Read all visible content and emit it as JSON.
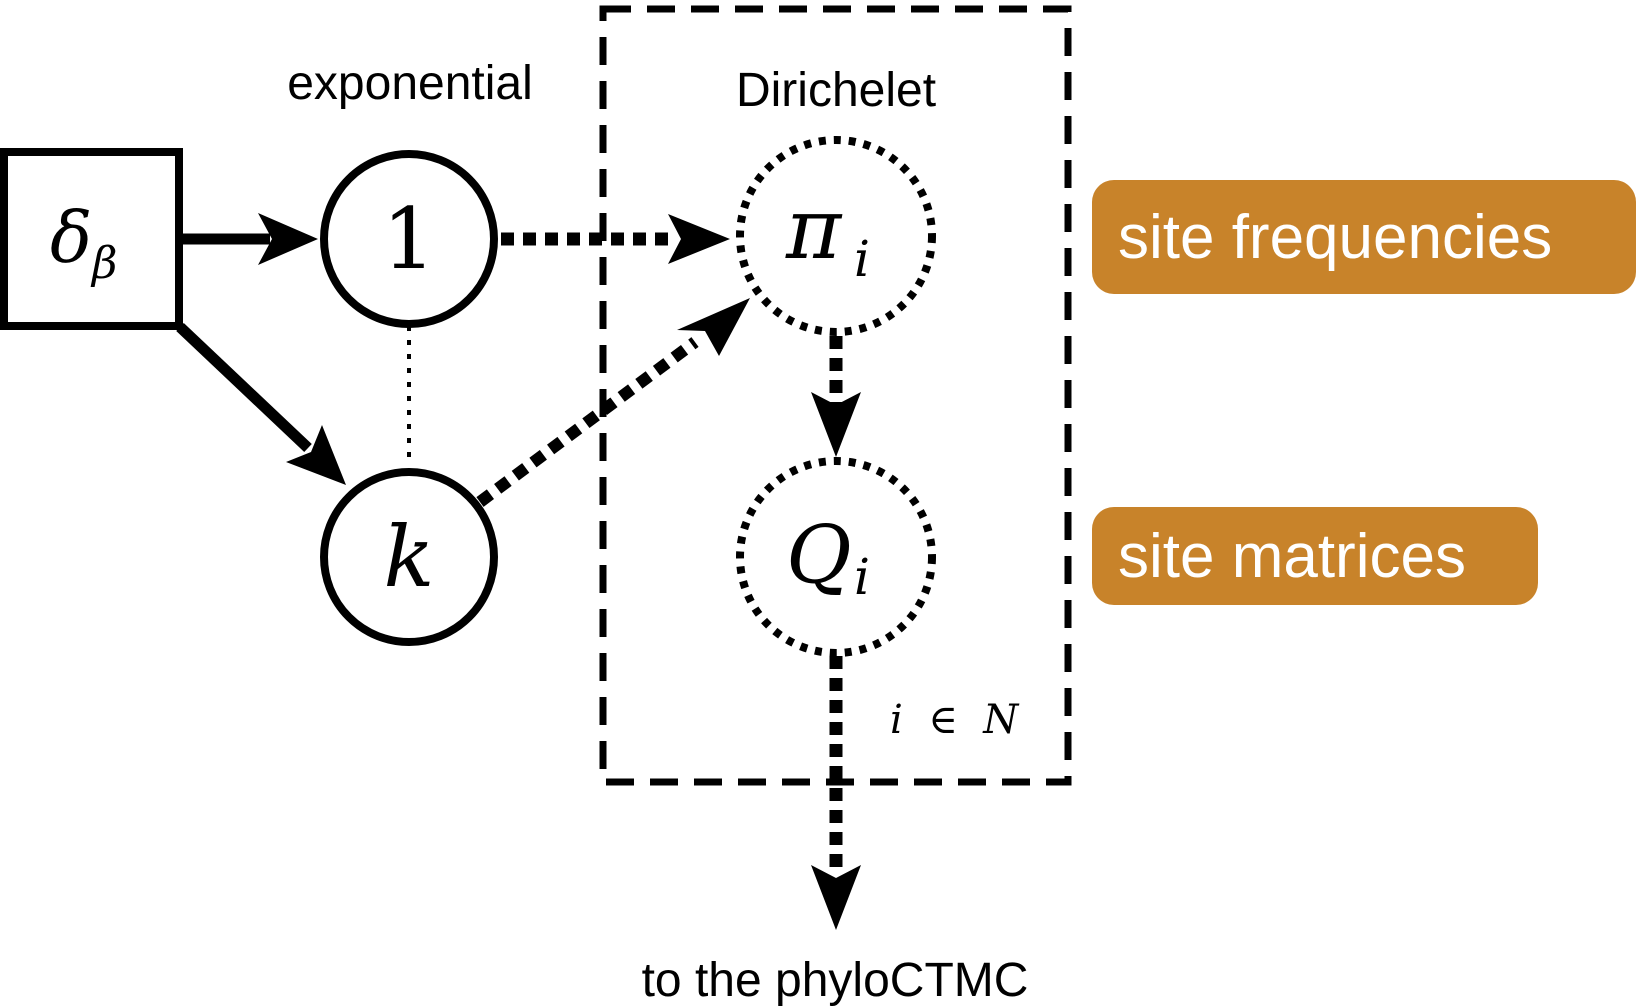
{
  "diagram": {
    "nodes": {
      "delta": {
        "base": "δ",
        "sub": "β"
      },
      "one": {
        "text": "1"
      },
      "k": {
        "text": "k"
      },
      "pi": {
        "base": "π",
        "sub": "i"
      },
      "q": {
        "base": "Q",
        "sub": "i"
      }
    },
    "labels": {
      "exponential": "exponential",
      "dirichlet": "Dirichelet",
      "plate": "i  ∈  N",
      "output": "to the phyloCTMC"
    },
    "badges": {
      "site_frequencies": "site frequencies",
      "site_matrices": "site matrices"
    },
    "colors": {
      "badge": "#c8832a",
      "stroke": "#000000"
    }
  }
}
